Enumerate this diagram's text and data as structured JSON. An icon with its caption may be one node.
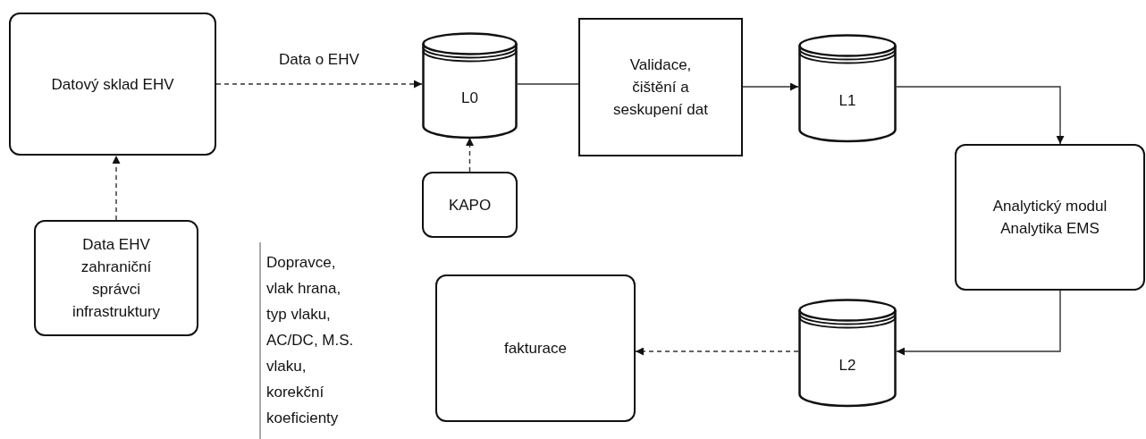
{
  "diagram": {
    "nodes": [
      {
        "text": [
          "Datový sklad EHV"
        ]
      },
      {
        "text": [
          "Data EHV zahraniční správci infrastruktury"
        ]
      },
      {
        "text": [
          "L0"
        ]
      },
      {
        "text": [
          "KAPO"
        ]
      },
      {
        "text": [
          "Validace, čištění a seskupení dat"
        ]
      },
      {
        "text": [
          "L1"
        ]
      },
      {
        "text": [
          "Analytický modul Analytika EMS"
        ]
      },
      {
        "text": [
          "L2"
        ]
      },
      {
        "text": [
          "fakturace"
        ]
      }
    ],
    "edges": [
      {
        "from": 1,
        "to": 0,
        "arrow": "to",
        "style": "dashed"
      },
      {
        "from": 0,
        "to": 2,
        "arrow": "to",
        "style": "dashed",
        "label": "Data o EHV"
      },
      {
        "from": 3,
        "to": 2,
        "arrow": "to",
        "style": "dashed"
      },
      {
        "from": 2,
        "to": 4,
        "arrow": "none"
      },
      {
        "from": 4,
        "to": 5,
        "arrow": "to"
      },
      {
        "from": 5,
        "to": 6,
        "arrow": "to"
      },
      {
        "from": 6,
        "to": 7,
        "arrow": "to"
      },
      {
        "from": 7,
        "to": 8,
        "arrow": "to",
        "style": "dashed"
      }
    ],
    "labels": [
      "Dopravce, vlak hrana, typ vlaku, AC/DC, M.S. vlaku, korekční koeficienty"
    ]
  }
}
